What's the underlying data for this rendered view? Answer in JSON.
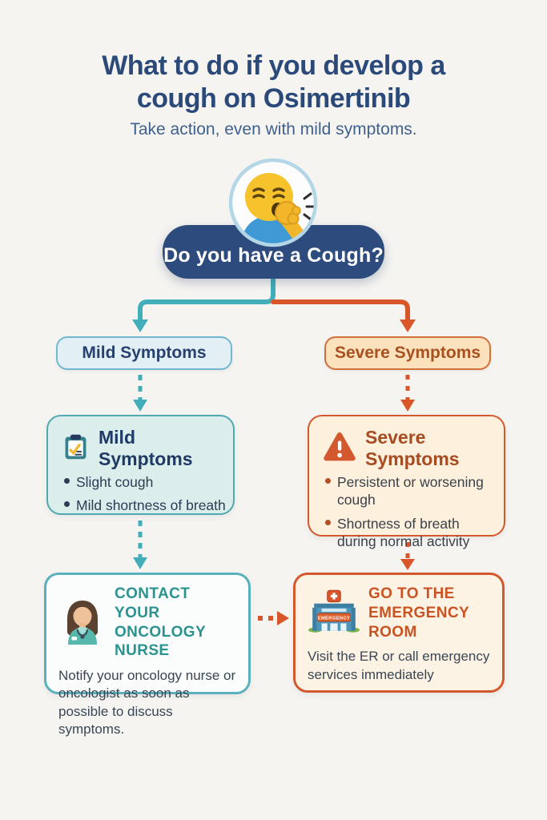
{
  "colors": {
    "background": "#f5f4f1",
    "navy": "#2e4b7d",
    "title_text": "#2b4a79",
    "teal": "#42aeb9",
    "orange": "#d9562b",
    "mild_label_fill": "#e2f0f6",
    "mild_card_fill": "#dceeec",
    "mild_border": "#4fa9b0",
    "severe_label_fill": "#fce2bc",
    "severe_card_fill": "#fdf0dd",
    "severe_border": "#d4582e",
    "nurse_accent": "#2a9390",
    "er_accent": "#cb5322"
  },
  "header": {
    "title_line1": "What to do if you develop a",
    "title_line2": "cough on Osimertinib",
    "subtitle": "Take action, even with mild symptoms."
  },
  "decision": {
    "icon": "coughing-face-emoji",
    "question": "Do you have a Cough?"
  },
  "branches": {
    "mild": {
      "label": "Mild Symptoms",
      "card": {
        "icon": "clipboard-check-icon",
        "title": "Mild Symptoms",
        "bullets": [
          "Slight cough",
          "Mild shortness of breath"
        ]
      },
      "action": {
        "icon": "nurse-icon",
        "title_line1": "CONTACT YOUR",
        "title_line2": "ONCOLOGY NURSE",
        "body": "Notify your oncology nurse or oncologist as soon as possible to discuss symptoms."
      }
    },
    "severe": {
      "label": "Severe Symptoms",
      "card": {
        "icon": "warning-triangle-icon",
        "title": "Severe Symptoms",
        "bullets": [
          "Persistent or worsening cough",
          "Shortness of breath during normal activity"
        ]
      },
      "action": {
        "icon": "hospital-emergency-icon",
        "building_sign": "EMERGENCY",
        "title_line1": "GO TO THE",
        "title_line2": "EMERGENCY ROOM",
        "body": "Visit the ER or call emergency services immediately"
      }
    }
  }
}
